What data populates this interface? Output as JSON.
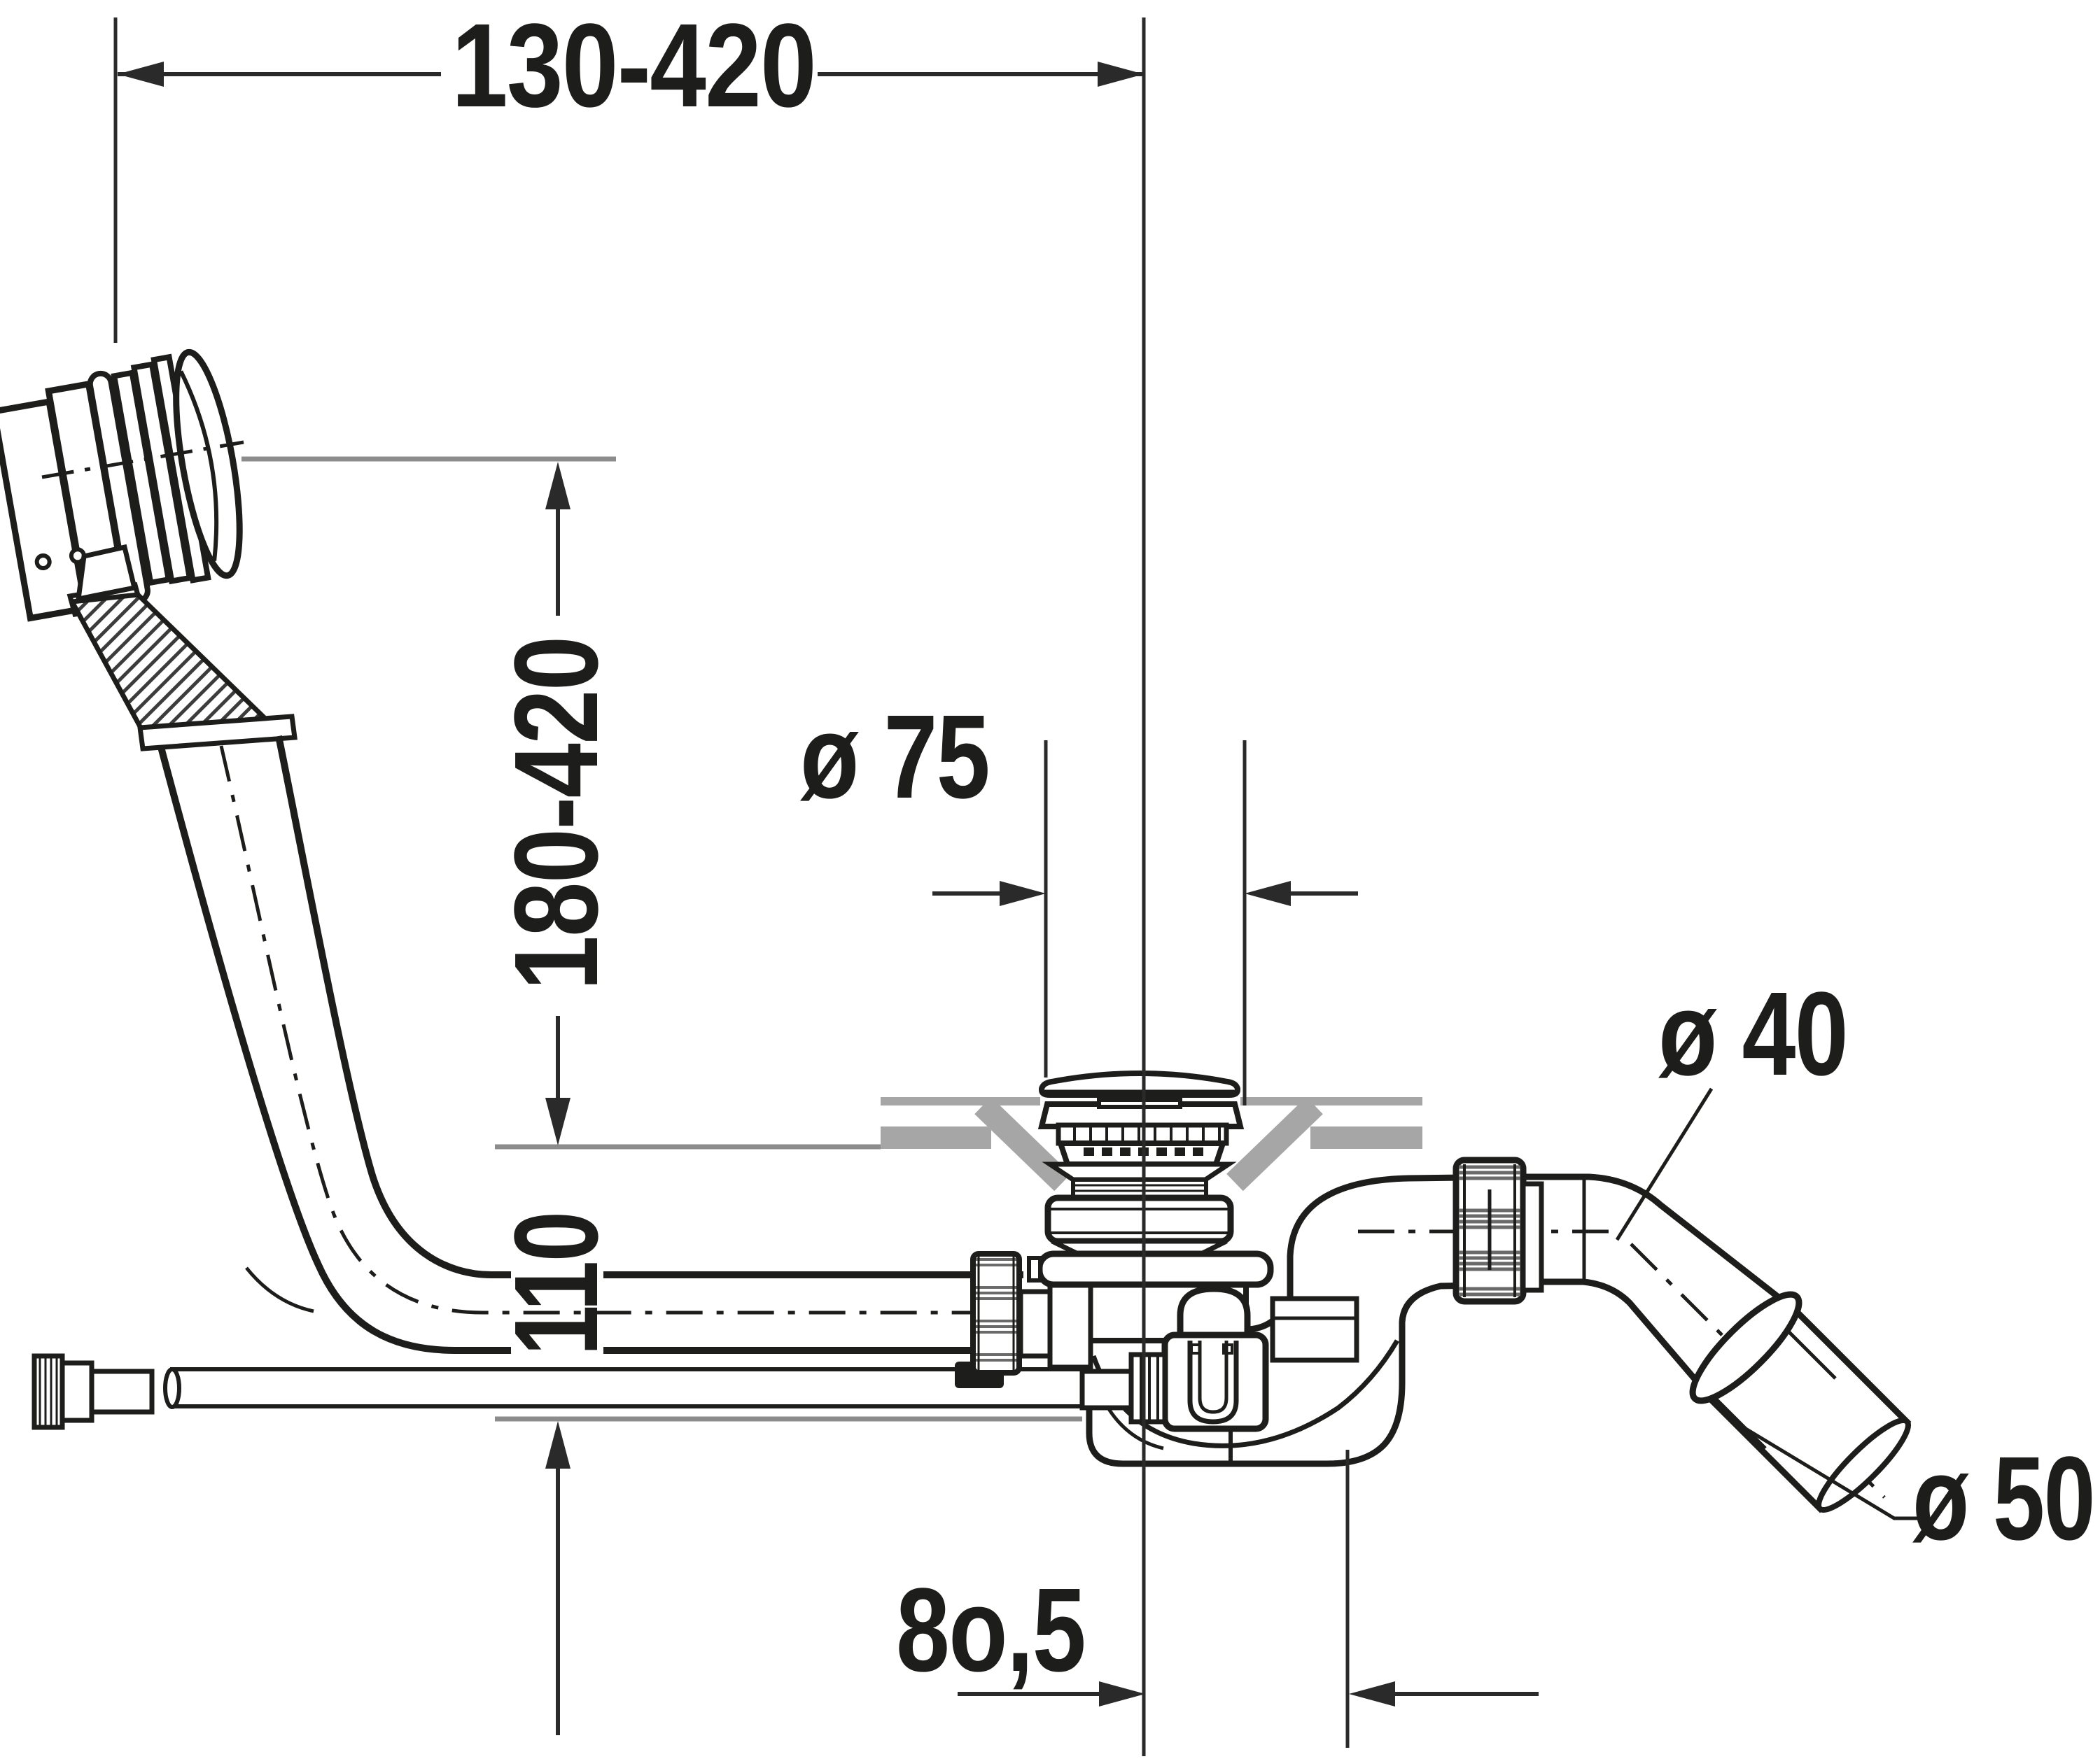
{
  "diagram": {
    "dimensions": {
      "top_width": {
        "label": "130-420"
      },
      "overflow_height": {
        "label": "180-420"
      },
      "drain_diameter": {
        "label": "ø 75"
      },
      "pipe_diameter": {
        "label": "ø 40"
      },
      "outlet_diameter": {
        "label": "ø 50"
      },
      "trap_height": {
        "label": "110"
      },
      "outlet_offset": {
        "label": "8o,5"
      }
    },
    "colors": {
      "ink": "#1d1d1b",
      "dim": "#2a2a2a",
      "ref": "#8c8c8c",
      "floor": "#a6a6a6",
      "bg": "#ffffff"
    }
  }
}
